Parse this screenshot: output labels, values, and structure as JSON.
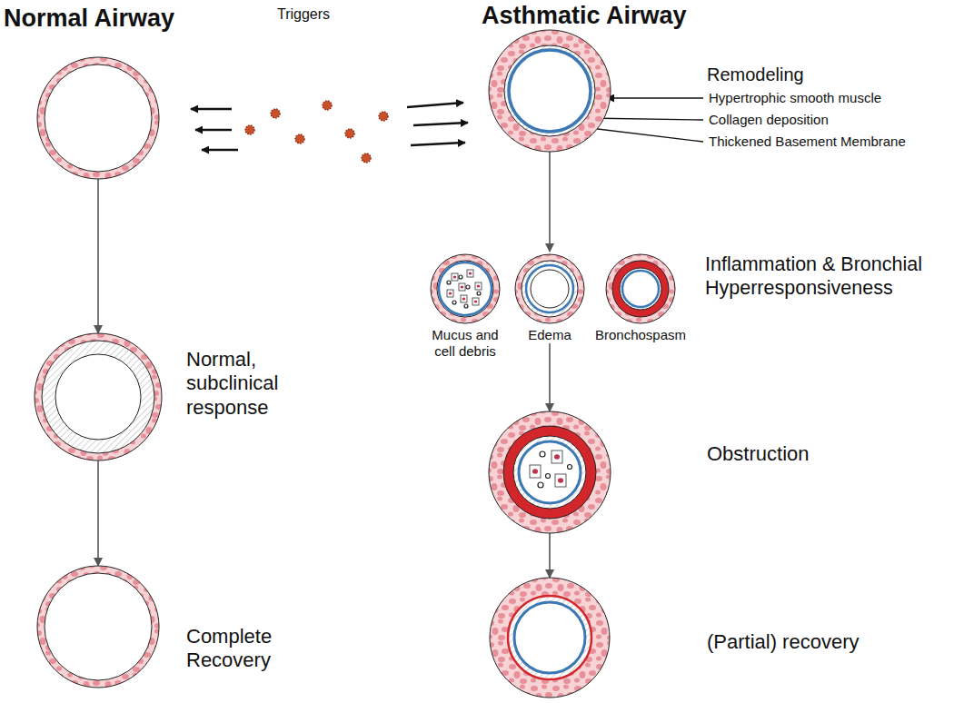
{
  "diagram": {
    "nodes": [
      {
        "text": [
          "Normal Airway"
        ]
      },
      {
        "text": [
          "Normal, subclinical response"
        ]
      },
      {
        "text": [
          "Complete Recovery"
        ]
      },
      {
        "text": [
          "Asthmatic Airway",
          "Remodeling"
        ]
      },
      {
        "text": [
          "Mucus and cell debris"
        ]
      },
      {
        "text": [
          "Edema"
        ]
      },
      {
        "text": [
          "Bronchospasm"
        ]
      },
      {
        "text": [
          "Obstruction"
        ]
      },
      {
        "text": [
          "(Partial) recovery"
        ]
      }
    ],
    "edges": [
      {
        "from": 0,
        "to": 1,
        "arrow": "to"
      },
      {
        "from": 1,
        "to": 2,
        "arrow": "to"
      },
      {
        "from": 3,
        "to": 5,
        "arrow": "to"
      },
      {
        "from": 5,
        "to": 7,
        "arrow": "to"
      },
      {
        "from": 7,
        "to": 8,
        "arrow": "to"
      }
    ],
    "labels": [
      "Triggers",
      "Hypertrophic smooth muscle",
      "Collagen deposition",
      "Thickened Basement Membrane",
      "Inflammation & Bronchial Hyperresponsiveness"
    ]
  }
}
